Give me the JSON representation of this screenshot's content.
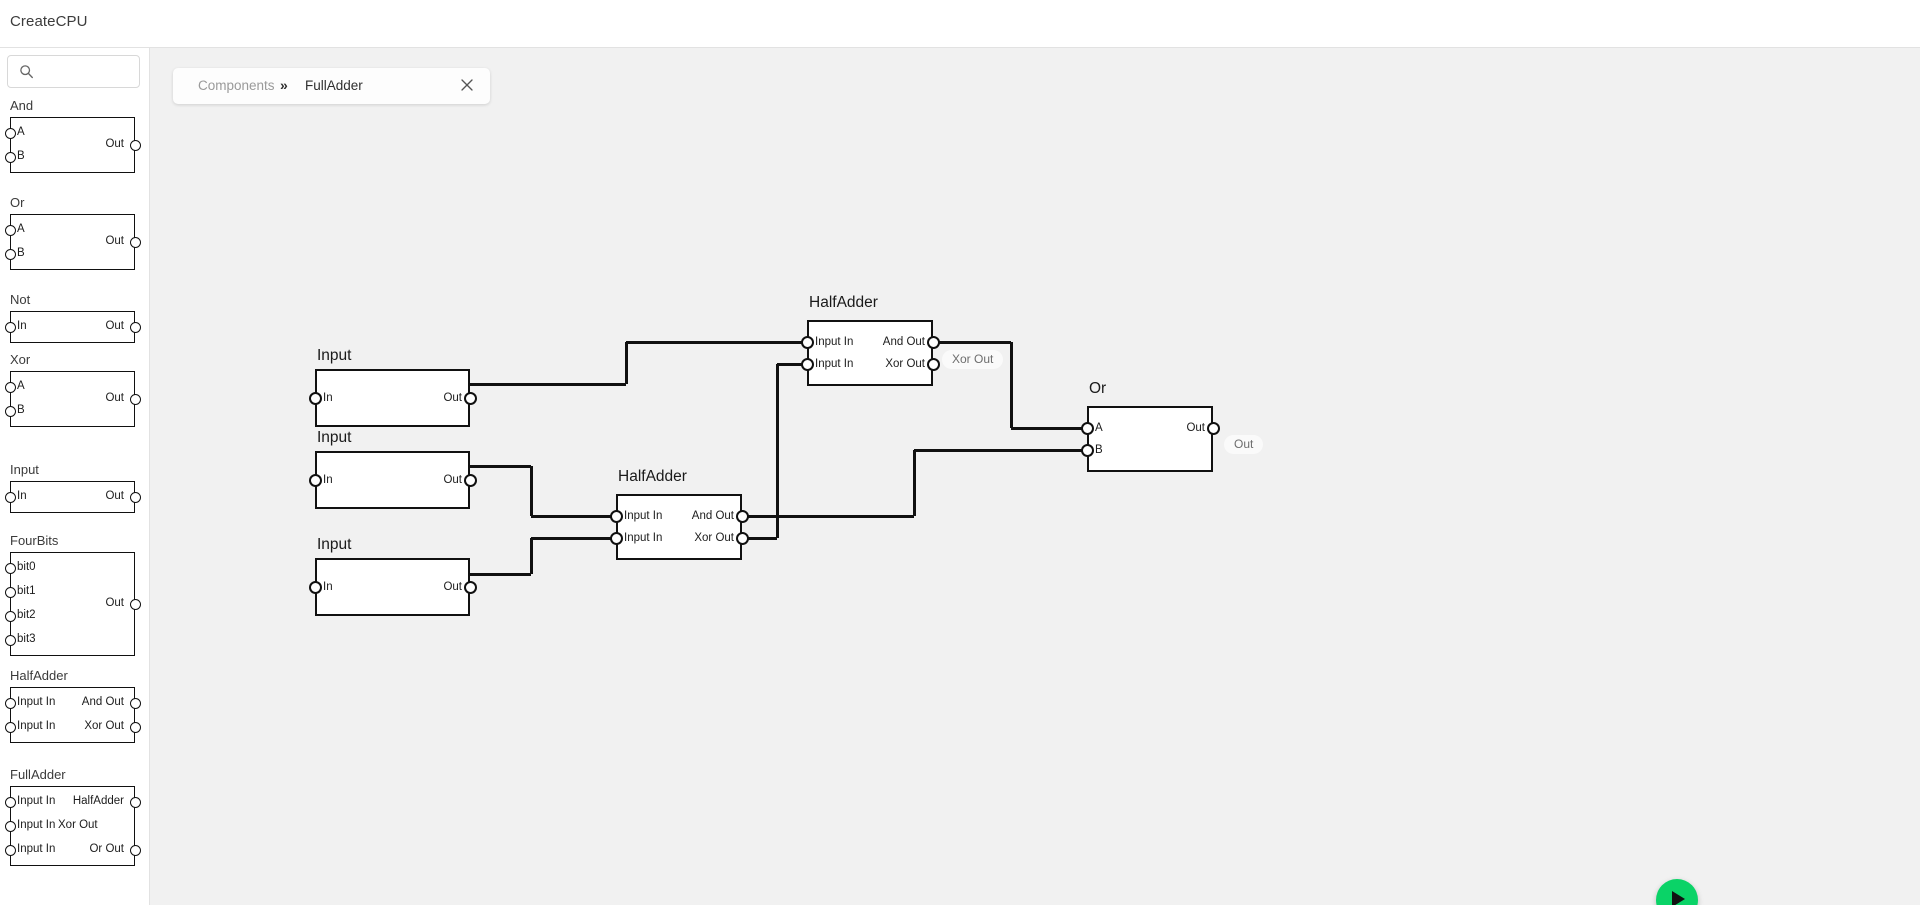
{
  "app": {
    "title": "CreateCPU"
  },
  "sidebar": {
    "search": {
      "placeholder": "",
      "value": "",
      "icon": "search-icon"
    },
    "palette": [
      {
        "name": "And",
        "inputs": [
          "A",
          "B"
        ],
        "outputs": [
          "Out"
        ]
      },
      {
        "name": "Or",
        "inputs": [
          "A",
          "B"
        ],
        "outputs": [
          "Out"
        ]
      },
      {
        "name": "Not",
        "inputs": [
          "In"
        ],
        "outputs": [
          "Out"
        ]
      },
      {
        "name": "Xor",
        "inputs": [
          "A",
          "B"
        ],
        "outputs": [
          "Out"
        ]
      },
      {
        "name": "Input",
        "inputs": [
          "In"
        ],
        "outputs": [
          "Out"
        ]
      },
      {
        "name": "FourBits",
        "inputs": [
          "bit0",
          "bit1",
          "bit2",
          "bit3"
        ],
        "outputs": [
          "Out"
        ]
      },
      {
        "name": "HalfAdder",
        "inputs": [
          "Input In",
          "Input In"
        ],
        "outputs": [
          "And Out",
          "Xor Out"
        ]
      },
      {
        "name": "FullAdder",
        "inputs": [
          "Input In",
          "Input In",
          "Input In"
        ],
        "outputs": [
          "HalfAdder",
          "Xor Out",
          "Or Out"
        ]
      }
    ]
  },
  "breadcrumb": {
    "root_label": "Components",
    "separator": "»",
    "current_label": "FullAdder",
    "close_label": "×"
  },
  "canvas": {
    "nodes": [
      {
        "id": "input1",
        "title": "Input",
        "tag": "In",
        "inputs": [
          "In"
        ],
        "outputs": [
          "Out"
        ]
      },
      {
        "id": "input2",
        "title": "Input",
        "tag": "In",
        "inputs": [
          "In"
        ],
        "outputs": [
          "Out"
        ]
      },
      {
        "id": "input3",
        "title": "Input",
        "tag": "In",
        "inputs": [
          "In"
        ],
        "outputs": [
          "Out"
        ]
      },
      {
        "id": "halfadder1",
        "title": "HalfAdder",
        "tag": "Xor Out",
        "inputs": [
          "Input In",
          "Input In"
        ],
        "outputs": [
          "And Out",
          "Xor Out"
        ]
      },
      {
        "id": "halfadder2",
        "title": "HalfAdder",
        "tag": "",
        "inputs": [
          "Input In",
          "Input In"
        ],
        "outputs": [
          "And Out",
          "Xor Out"
        ]
      },
      {
        "id": "or1",
        "title": "Or",
        "tag": "Out",
        "inputs": [
          "A",
          "B"
        ],
        "outputs": [
          "Out"
        ]
      }
    ]
  },
  "run_button": {
    "label": "▶",
    "color": "#0ad367"
  },
  "colors": {
    "canvas_bg": "#f1f1f1",
    "panel_bg": "#ffffff",
    "wire": "#111111",
    "accent_green": "#0ad367",
    "muted_text": "#9a9a9a"
  }
}
